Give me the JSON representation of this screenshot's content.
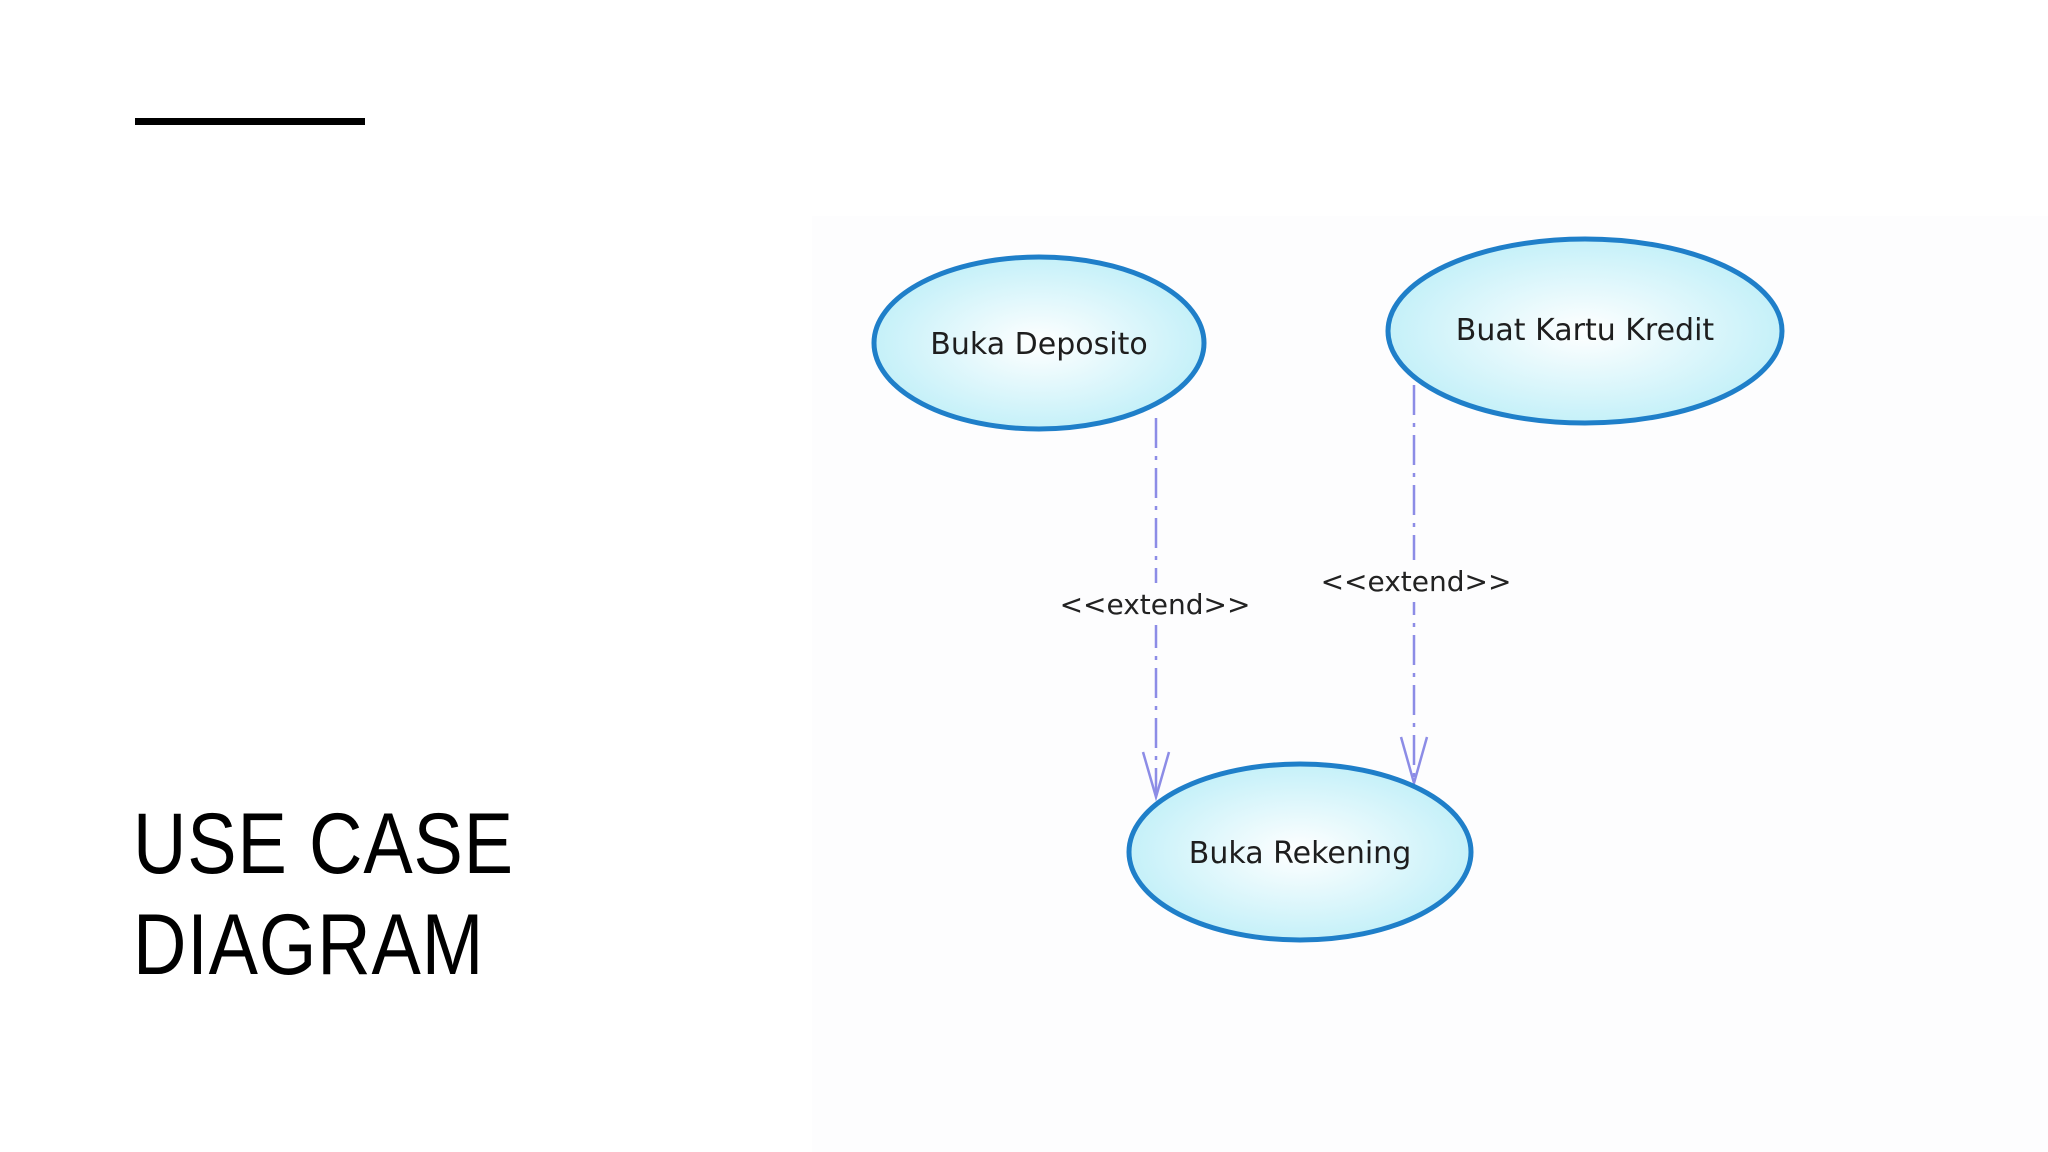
{
  "slide": {
    "title_line1": "USE CASE",
    "title_line2": "DIAGRAM"
  },
  "diagram": {
    "use_cases": {
      "buka_deposito": "Buka Deposito",
      "buat_kartu_kredit": "Buat Kartu Kredit",
      "buka_rekening": "Buka Rekening"
    },
    "relations": {
      "deposito_extend": "<<extend>>",
      "kartu_kredit_extend": "<<extend>>"
    }
  },
  "colors": {
    "use_case_border": "#1f7fc9",
    "use_case_fill_center": "#ffffff",
    "use_case_fill_edge": "#bfeff8",
    "extend_line": "#8c8ce6"
  }
}
